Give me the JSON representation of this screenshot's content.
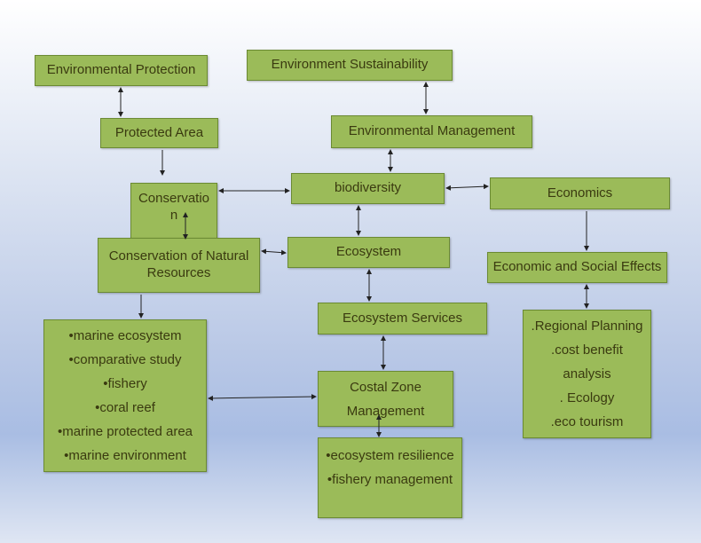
{
  "nodes": {
    "env_protection": {
      "label": "Environmental  Protection"
    },
    "env_sustainability": {
      "label": "Environment  Sustainability"
    },
    "protected_area": {
      "label": "Protected Area"
    },
    "env_management": {
      "label": "Environmental  Management"
    },
    "conservation": {
      "lines": [
        "Conservatio",
        "n"
      ]
    },
    "biodiversity": {
      "label": "biodiversity"
    },
    "economics": {
      "label": "Economics"
    },
    "conservation_nr": {
      "lines": [
        "Conservation of Natural",
        "Resources"
      ]
    },
    "ecosystem": {
      "label": "Ecosystem"
    },
    "economic_social": {
      "label": "Economic and Social Effects"
    },
    "ecosystem_services": {
      "label": "Ecosystem Services"
    },
    "marine_list": {
      "lines": [
        "•marine ecosystem",
        "•comparative study",
        "•fishery",
        "•coral reef",
        "•marine protected area",
        "•marine environment"
      ]
    },
    "coastal_zone": {
      "lines": [
        "Costal Zone",
        "Management"
      ]
    },
    "planning_list": {
      "lines": [
        ".Regional Planning",
        ".cost benefit",
        "analysis",
        ". Ecology",
        ".eco tourism"
      ]
    },
    "resilience_list": {
      "lines": [
        "•ecosystem resilience",
        "•fishery management"
      ]
    }
  },
  "colors": {
    "box_fill": "#9bbb59",
    "box_border": "#6b8a33",
    "text": "#3a3a10",
    "arrow": "#222222"
  }
}
